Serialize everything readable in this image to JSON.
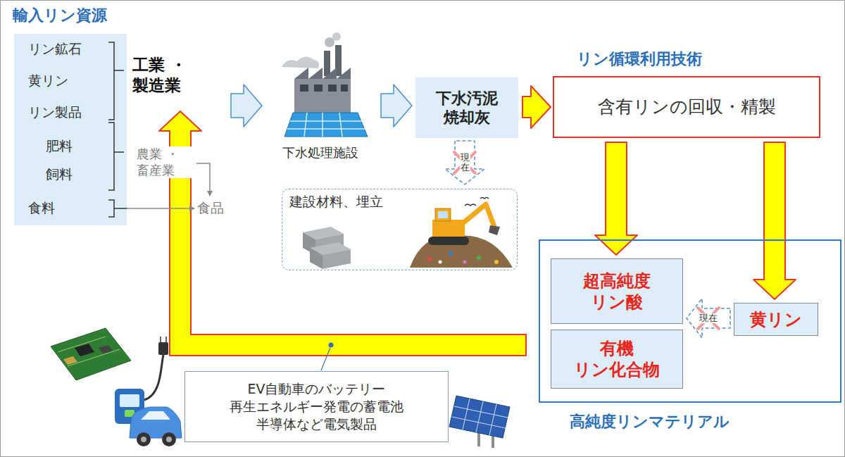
{
  "diagram": {
    "nodes": [
      {
        "text": [
          "輸入リン資源",
          "リン鉱石",
          "黄リン",
          "リン製品",
          "肥料",
          "飼料",
          "食料"
        ]
      },
      {
        "text": [
          "工業 ・製造業"
        ]
      },
      {
        "text": [
          "下水処理施設"
        ]
      },
      {
        "text": [
          "下水汚泥 焼却灰"
        ]
      },
      {
        "text": [
          "建設材料、埋立"
        ]
      },
      {
        "text": [
          "リン循環利用技術",
          "含有リンの回収・精製"
        ]
      },
      {
        "text": [
          "高純度リンマテリアル"
        ]
      },
      {
        "text": [
          "超高純度 リン酸"
        ],
        "in": 6
      },
      {
        "text": [
          "有機 リン化合物"
        ],
        "in": 6
      },
      {
        "text": [
          "黄リン"
        ],
        "in": 6
      },
      {
        "text": [
          "EV自動車のバッテリー 再生エネルギー発電の蓄電池 半導体など電気製品"
        ]
      }
    ],
    "edges": [
      {
        "from": 1,
        "to": 2,
        "arrow": "to"
      },
      {
        "from": 2,
        "to": 3,
        "arrow": "to"
      },
      {
        "from": 3,
        "to": 5,
        "arrow": "to"
      },
      {
        "from": 3,
        "to": 4,
        "label": "現在",
        "arrow": "to"
      },
      {
        "from": 5,
        "to": 7,
        "arrow": "to"
      },
      {
        "from": 5,
        "to": 9,
        "arrow": "to"
      },
      {
        "from": 9,
        "to": 7,
        "label": "現在",
        "arrow": "to"
      },
      {
        "from": 6,
        "to": 1,
        "arrow": "to"
      }
    ],
    "labels": [
      "農業 ・畜産業",
      "食品"
    ]
  }
}
